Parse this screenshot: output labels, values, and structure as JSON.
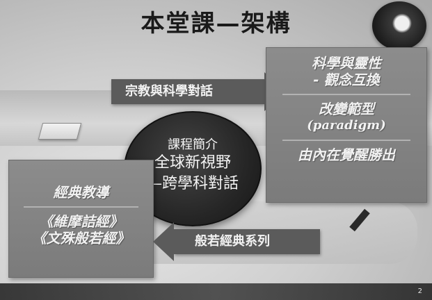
{
  "slide": {
    "title": "本堂課—架構",
    "top_arrow_label": "宗教與科學對話",
    "bottom_arrow_label": "般若經典系列",
    "center": {
      "line1": "課程簡介",
      "line2": "全球新視野",
      "line3": "—跨學科對話"
    },
    "right_panel": {
      "line1": "科學與靈性",
      "line2": "- 觀念互換",
      "line3": "改變範型",
      "line4": "(paradigm)",
      "line5": "由內在覺醒勝出"
    },
    "left_panel": {
      "line1": "經典教導",
      "line2": "《維摩詰經》",
      "line3": "《文殊般若經》"
    },
    "page_number": "2"
  }
}
